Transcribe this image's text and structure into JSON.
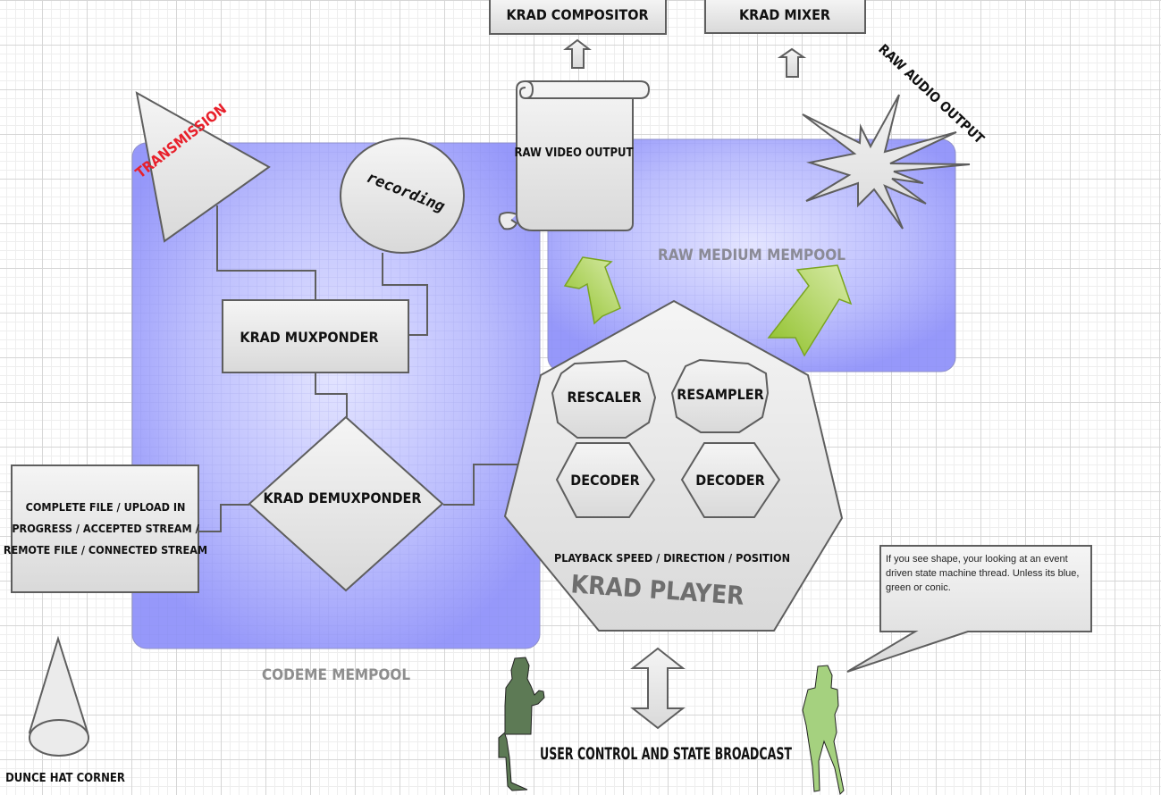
{
  "pools": {
    "codeme": {
      "label": "CODEME MEMPOOL"
    },
    "raw_medium": {
      "label": "RAW MEDIUM MEMPOOL"
    }
  },
  "nodes": {
    "compositor": "KRAD COMPOSITOR",
    "mixer": "KRAD MIXER",
    "raw_video": "RAW VIDEO OUTPUT",
    "raw_audio": "RAW AUDIO OUTPUT",
    "transmission": "TRANSMISSION",
    "recording": "recording",
    "muxponder": "KRAD MUXPONDER",
    "demuxponder": "KRAD DEMUXPONDER",
    "source_lines": [
      "COMPLETE FILE / UPLOAD IN",
      "PROGRESS / ACCEPTED STREAM /",
      "REMOTE FILE /  CONNECTED STREAM"
    ],
    "rescaler": "RESCALER",
    "resampler": "RESAMPLER",
    "decoder_video": "DECODER",
    "decoder_audio": "DECODER",
    "playback": "PLAYBACK SPEED / DIRECTION / POSITION",
    "player": "KRAD PLAYER",
    "user_control": "USER CONTROL AND STATE BROADCAST",
    "dunce": "DUNCE HAT CORNER"
  },
  "callout": {
    "text": "If you see shape, your looking at an event driven state machine thread. Unless its blue, green or conic."
  },
  "colors": {
    "pool": "#9a9cfa",
    "pool_center": "#e2e3ff",
    "shape_fill": "#e8e8e8",
    "stroke": "#5e5e5e",
    "green_arrow": "#9ccb3a",
    "man": "#5d7a55",
    "woman": "#a5d17f",
    "transmission_text": "#e8202b",
    "pool_label": "#8a8a96"
  }
}
